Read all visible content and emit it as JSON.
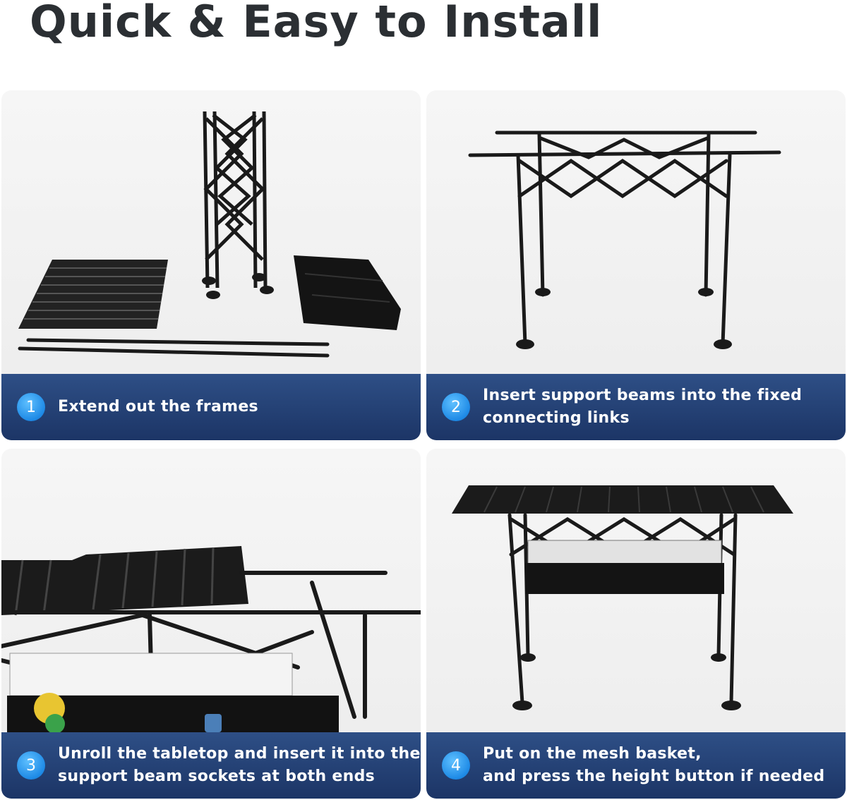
{
  "header": {
    "title": "Quick & Easy to Install"
  },
  "steps": [
    {
      "number": "1",
      "lines": [
        "Extend out the frames"
      ]
    },
    {
      "number": "2",
      "lines": [
        "Insert support beams into the fixed",
        "connecting links"
      ]
    },
    {
      "number": "3",
      "lines": [
        "Unroll the tabletop and insert it into the",
        "support beam sockets at both ends"
      ]
    },
    {
      "number": "4",
      "lines": [
        "Put on the mesh basket,",
        "and press the height button if needed"
      ]
    }
  ],
  "colors": {
    "title": "#2b2f33",
    "caption_bar": "#1c3566",
    "badge": "#1e8ae6",
    "frame": "#1a1a1a"
  }
}
